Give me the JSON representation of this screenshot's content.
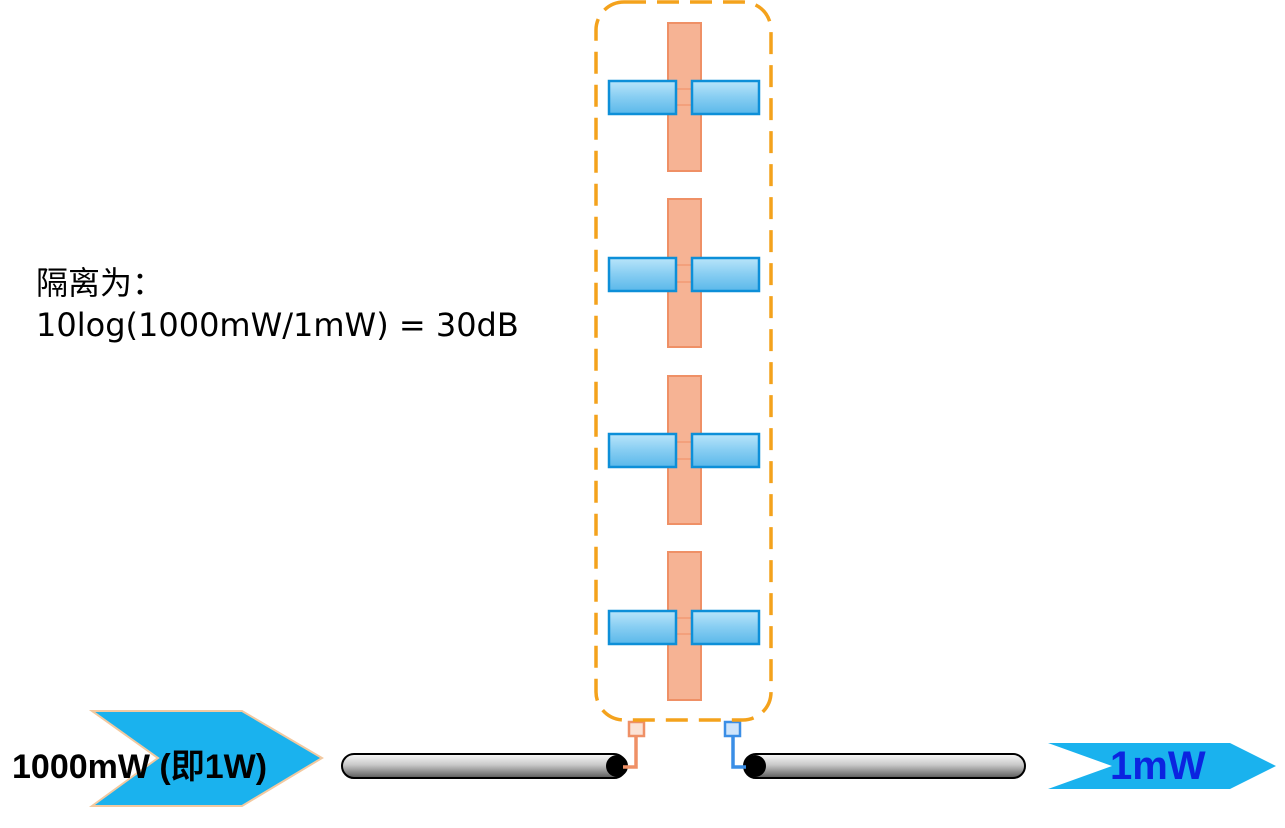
{
  "isolation_note": {
    "heading": "隔离为：",
    "formula": "10log(1000mW/1mW) = 30dB"
  },
  "input": {
    "label": "1000mW (即1W)"
  },
  "output": {
    "label": "1mW"
  },
  "colors": {
    "arrow_fill": "#1ab2ee",
    "dashed_border": "#f4a21c",
    "dipole_fill": "#f6b394",
    "dipole_stroke": "#ef9066",
    "element_fill": "#7fccf2",
    "element_stroke": "#0d8fd8",
    "output_text": "#0b24e0"
  },
  "antenna": {
    "dipole_count": 4
  }
}
